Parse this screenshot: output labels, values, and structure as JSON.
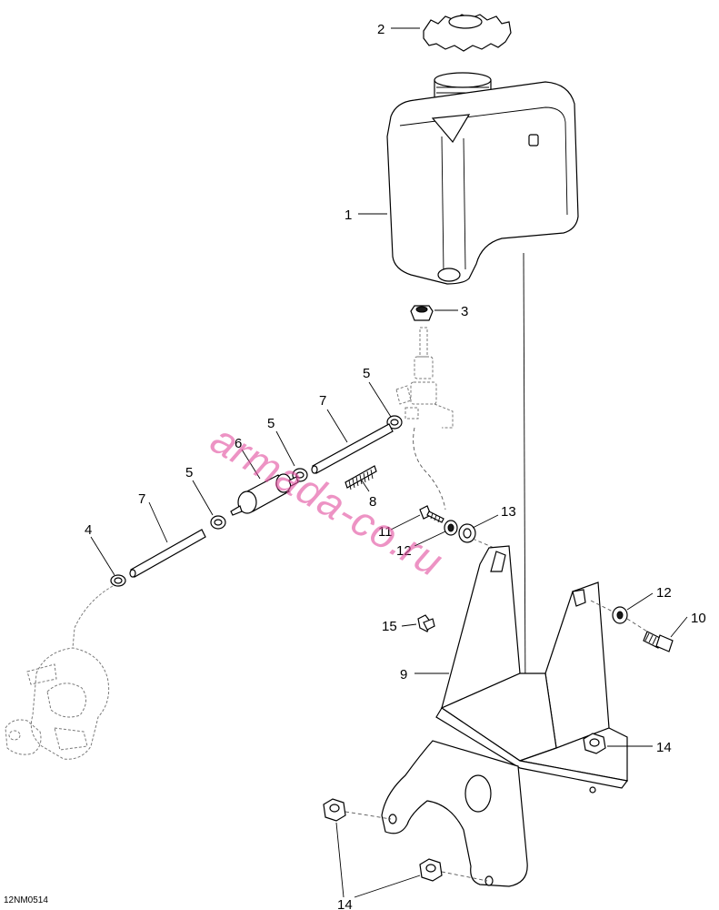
{
  "diagram": {
    "drawing_id": "12NM0514",
    "watermark": "armada-co.ru",
    "callouts": [
      {
        "id": "c2",
        "label": "2"
      },
      {
        "id": "c1",
        "label": "1"
      },
      {
        "id": "c3",
        "label": "3"
      },
      {
        "id": "c5a",
        "label": "5"
      },
      {
        "id": "c7a",
        "label": "7"
      },
      {
        "id": "c6",
        "label": "6"
      },
      {
        "id": "c5b",
        "label": "5"
      },
      {
        "id": "c5c",
        "label": "5"
      },
      {
        "id": "c8",
        "label": "8"
      },
      {
        "id": "c7b",
        "label": "7"
      },
      {
        "id": "c4",
        "label": "4"
      },
      {
        "id": "c13",
        "label": "13"
      },
      {
        "id": "c11",
        "label": "11"
      },
      {
        "id": "c12a",
        "label": "12"
      },
      {
        "id": "c12b",
        "label": "12"
      },
      {
        "id": "c10",
        "label": "10"
      },
      {
        "id": "c15",
        "label": "15"
      },
      {
        "id": "c9",
        "label": "9"
      },
      {
        "id": "c14a",
        "label": "14"
      },
      {
        "id": "c14b",
        "label": "14"
      }
    ]
  }
}
